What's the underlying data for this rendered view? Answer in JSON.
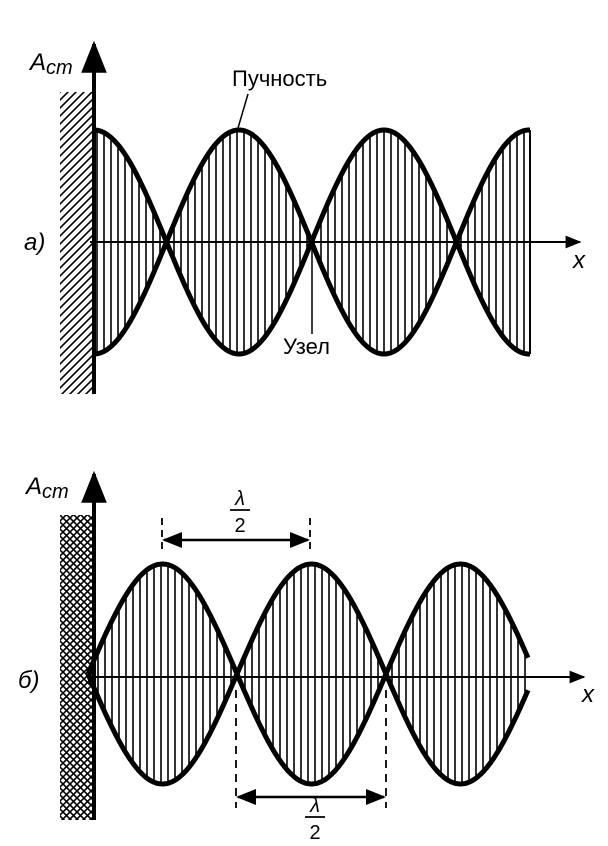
{
  "diagram_a": {
    "panel_label": "а)",
    "axis_y_label": "A",
    "axis_y_subscript": "ст",
    "axis_x_label": "x",
    "antinode_label": "Пучность",
    "node_label": "Узел",
    "wall_type": "hatched",
    "end_at_wall": "antinode"
  },
  "diagram_b": {
    "panel_label": "б)",
    "axis_y_label": "A",
    "axis_y_subscript": "ст",
    "axis_x_label": "x",
    "wall_type": "crosshatched",
    "end_at_wall": "node",
    "dimension_top": {
      "numerator": "λ",
      "denominator": "2"
    },
    "dimension_bottom": {
      "numerator": "λ",
      "denominator": "2"
    }
  }
}
